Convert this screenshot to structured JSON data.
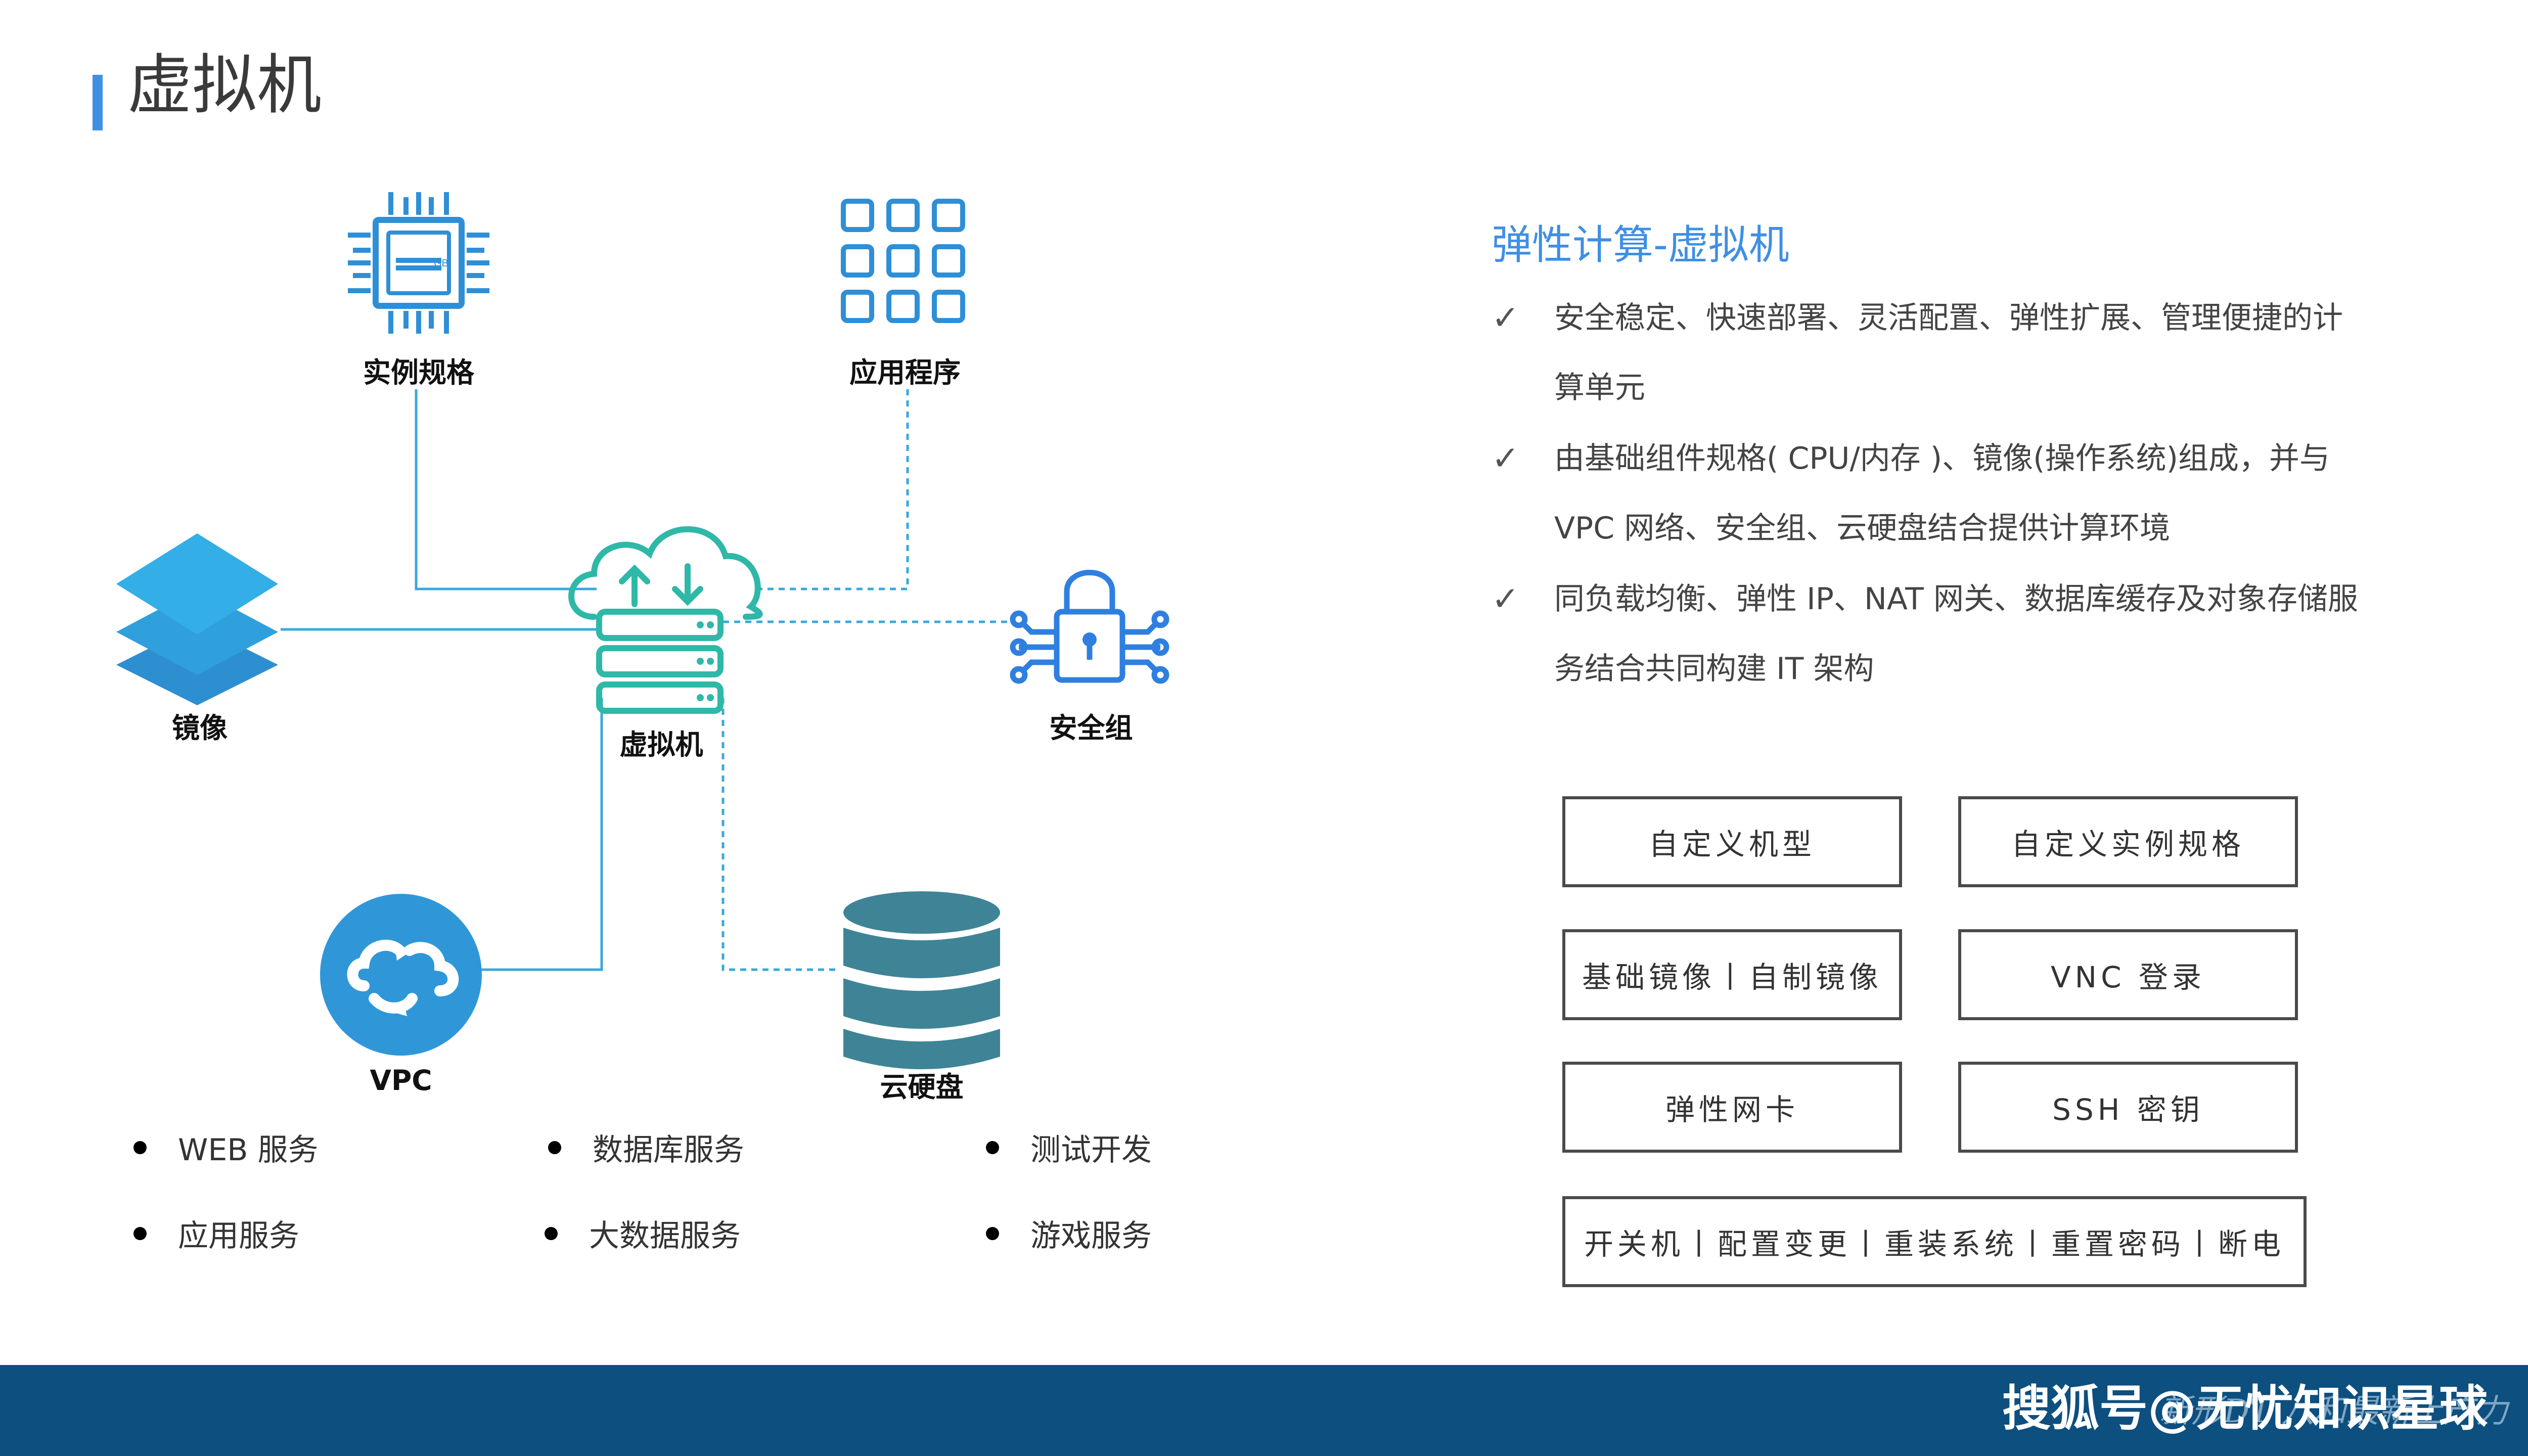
{
  "page": {
    "title": "虚拟机"
  },
  "nodes": {
    "instance_spec": "实例规格",
    "app": "应用程序",
    "image": "镜像",
    "vm": "虚拟机",
    "security_group": "安全组",
    "vpc": "VPC",
    "cloud_disk": "云硬盘"
  },
  "icon_text": {
    "chip": "GB"
  },
  "use_cases": [
    "WEB 服务",
    "数据库服务",
    "测试开发",
    "应用服务",
    "大数据服务",
    "游戏服务"
  ],
  "section": {
    "title": "弹性计算-虚拟机",
    "check_mark": "✓",
    "features": [
      "安全稳定、快速部署、灵活配置、弹性扩展、管理便捷的计算单元",
      "由基础组件规格( CPU/内存 )、镜像(操作系统)组成，并与 VPC 网络、安全组、云硬盘结合提供计算环境",
      "同负载均衡、弹性 IP、NAT 网关、数据库缓存及对象存储服务结合共同构建 IT 架构"
    ]
  },
  "capabilities": [
    "自定义机型",
    "自定义实例规格",
    "基础镜像丨自制镜像",
    "VNC 登录",
    "弹性网卡",
    "SSH 密钥",
    "开关机丨配置变更丨重装系统丨重置密码丨断电"
  ],
  "footer": {
    "subtitle": "新形DT 八和最新上产力",
    "watermark": "搜狐号@无忧知识星球"
  },
  "colors": {
    "accent": "#3f8fe3",
    "teal": "#2fb8a8",
    "line": "#3aa8d8",
    "disk": "#3f8496",
    "footer": "#0d4f7f"
  }
}
